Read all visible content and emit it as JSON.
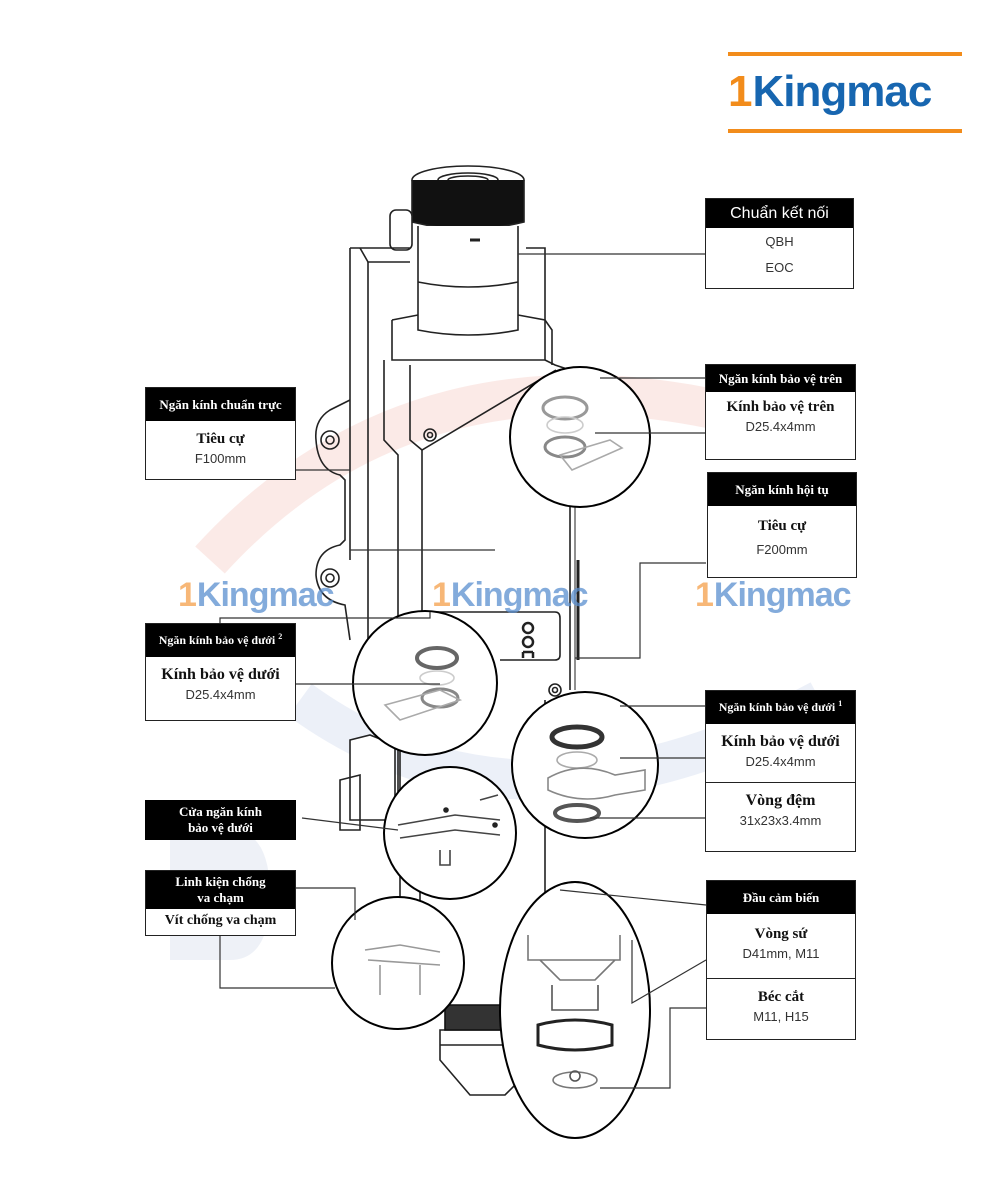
{
  "brand": {
    "logo_text": "Kingmac",
    "logo_one": "1",
    "logo_rest": "Kingmac",
    "orange": "#f28c1b",
    "blue": "#1766b0"
  },
  "watermarks": [
    {
      "one": "1",
      "text": "Kingmac"
    },
    {
      "one": "1",
      "text": "Kingmac"
    },
    {
      "one": "1",
      "text": "Kingmac"
    }
  ],
  "callouts": {
    "connector": {
      "title": "Chuẩn kết nối",
      "values": [
        "QBH",
        "EOC"
      ]
    },
    "upper_protective": {
      "title": "Ngăn kính bảo vệ trên",
      "item": "Kính bảo vệ trên",
      "spec": "D25.4x4mm"
    },
    "focusing": {
      "title": "Ngăn kính hội tụ",
      "item": "Tiêu cự",
      "spec": "F200mm"
    },
    "collimating": {
      "title": "Ngăn kính chuẩn trực",
      "item": "Tiêu cự",
      "spec": "F100mm"
    },
    "lower_protective_2": {
      "title": "Ngăn kính bảo vệ dưới",
      "sup": "2",
      "item": "Kính bảo vệ dưới",
      "spec": "D25.4x4mm"
    },
    "lower_protective_1": {
      "title": "Ngăn kính bảo vệ dưới",
      "sup": "1",
      "item": "Kính bảo vệ dưới",
      "spec": "D25.4x4mm",
      "item2": "Vòng đệm",
      "spec2": "31x23x3.4mm"
    },
    "lower_door": {
      "title_line1": "Cửa ngăn kính",
      "title_line2": "bảo vệ dưới"
    },
    "anti_collision": {
      "title_line1": "Linh kiện chống",
      "title_line2": "va chạm",
      "item": "Vít chống va chạm"
    },
    "sensor_head": {
      "title": "Đầu cảm biến",
      "item": "Vòng sứ",
      "spec": "D41mm, M11",
      "item2": "Béc cắt",
      "spec2": "M11, H15"
    }
  }
}
